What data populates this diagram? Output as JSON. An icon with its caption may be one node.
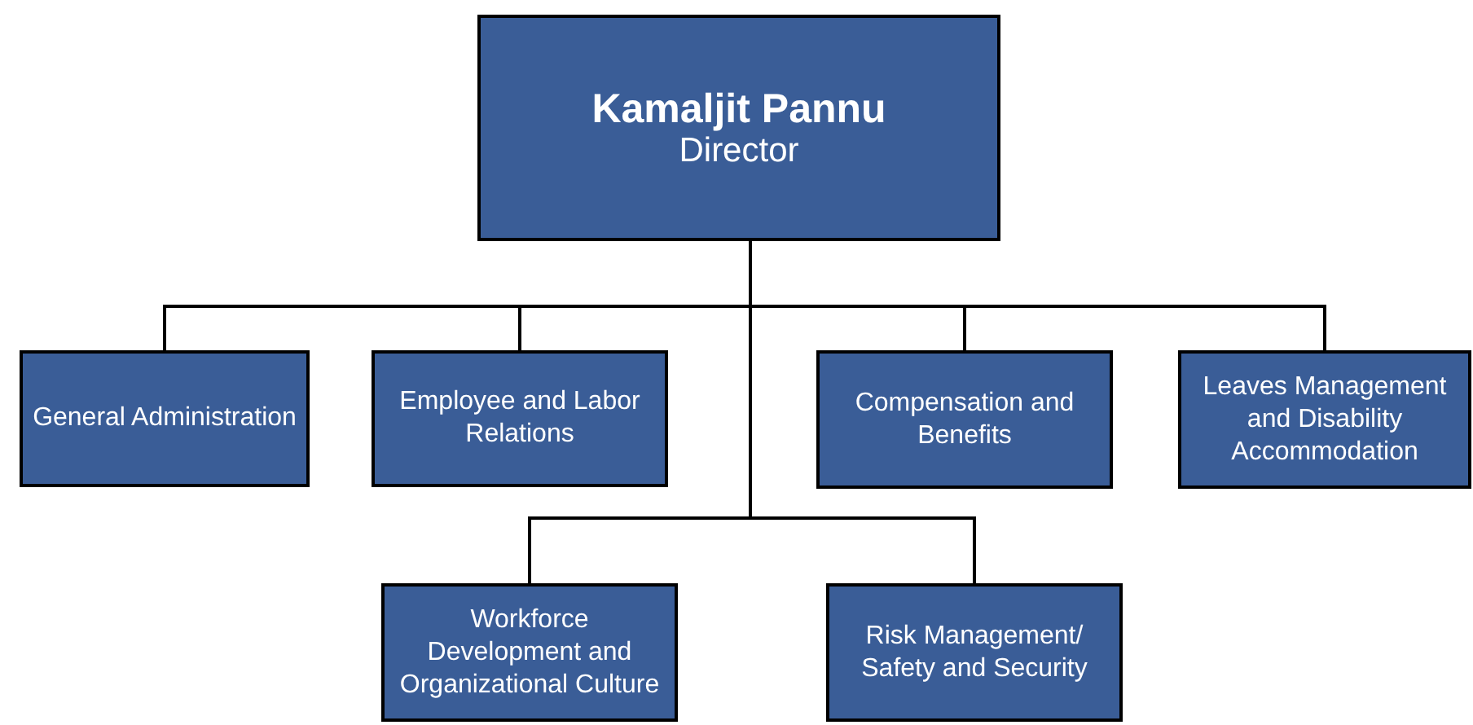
{
  "diagram": {
    "nodes": [
      {
        "text": [
          "Kamaljit Pannu",
          "Director"
        ]
      },
      {
        "text": [
          "General Administration"
        ]
      },
      {
        "text": [
          "Employee and Labor Relations"
        ]
      },
      {
        "text": [
          "Compensation and Benefits"
        ]
      },
      {
        "text": [
          "Leaves Management and Disability Accommodation"
        ]
      },
      {
        "text": [
          "Workforce Development and Organizational Culture"
        ]
      },
      {
        "text": [
          "Risk Management/ Safety and Security"
        ]
      }
    ],
    "edges": [
      {
        "from": 0,
        "to": 1,
        "arrow": "none"
      },
      {
        "from": 0,
        "to": 2,
        "arrow": "none"
      },
      {
        "from": 0,
        "to": 3,
        "arrow": "none"
      },
      {
        "from": 0,
        "to": 4,
        "arrow": "none"
      },
      {
        "from": 0,
        "to": 5,
        "arrow": "none"
      },
      {
        "from": 0,
        "to": 6,
        "arrow": "none"
      }
    ]
  }
}
